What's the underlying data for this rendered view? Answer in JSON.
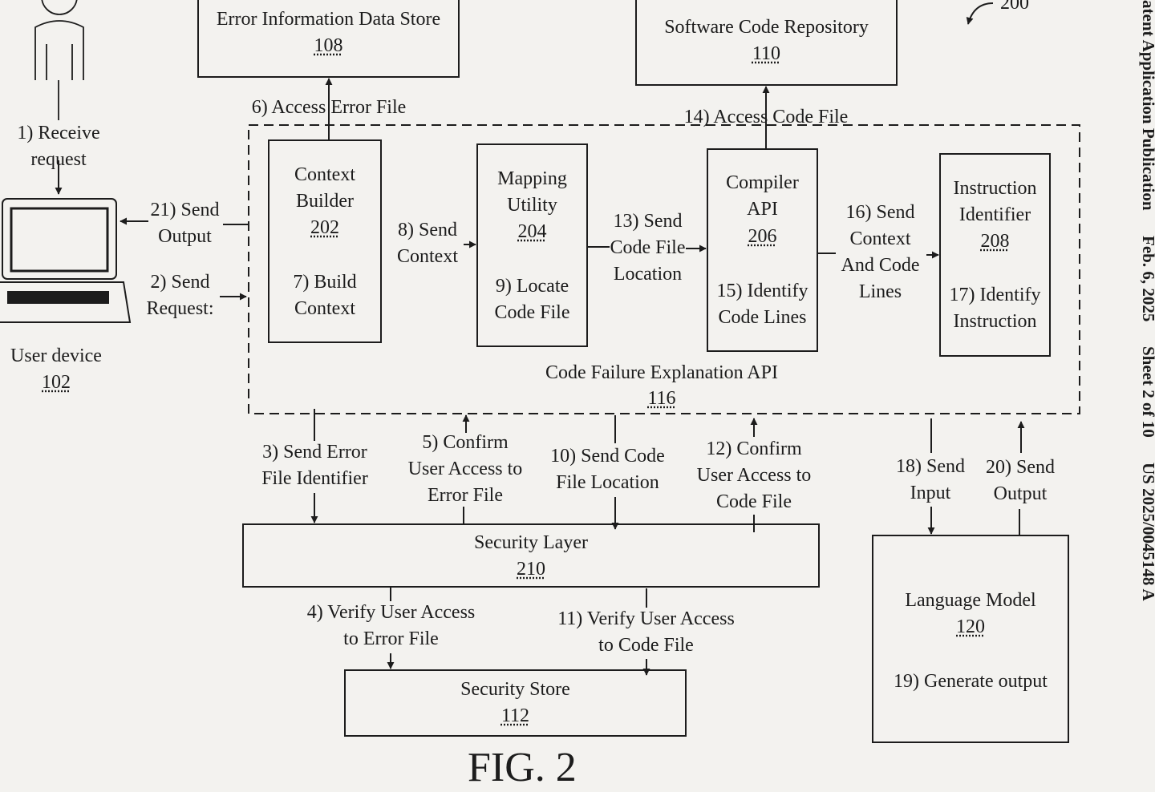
{
  "header": {
    "pub_label": "atent Application Publication",
    "date": "Feb. 6, 2025",
    "sheet": "Sheet 2 of 10",
    "pub_number": "US 2025/0045148 A"
  },
  "figure": {
    "label": "FIG. 2",
    "ref": "200"
  },
  "boxes": {
    "error_store": {
      "title": "Error Information Data Store",
      "ref": "108"
    },
    "code_repo": {
      "title": "Software Code Repository",
      "ref": "110"
    },
    "context_builder": {
      "title_l1": "Context",
      "title_l2": "Builder",
      "ref": "202",
      "step_l1": "7) Build",
      "step_l2": "Context"
    },
    "mapping": {
      "title_l1": "Mapping",
      "title_l2": "Utility",
      "ref": "204",
      "step_l1": "9) Locate",
      "step_l2": "Code File"
    },
    "compiler": {
      "title_l1": "Compiler",
      "title_l2": "API",
      "ref": "206",
      "step_l1": "15) Identify",
      "step_l2": "Code Lines"
    },
    "instruction": {
      "title_l1": "Instruction",
      "title_l2": "Identifier",
      "ref": "208",
      "step_l1": "17) Identify",
      "step_l2": "Instruction"
    },
    "api": {
      "title": "Code Failure Explanation API",
      "ref": "116"
    },
    "security_layer": {
      "title": "Security Layer",
      "ref": "210"
    },
    "security_store": {
      "title": "Security Store",
      "ref": "112"
    },
    "language_model": {
      "title": "Language Model",
      "ref": "120",
      "step": "19) Generate output"
    },
    "user_device": {
      "title": "User device",
      "ref": "102"
    }
  },
  "steps": {
    "s1": [
      "1) Receive",
      "request"
    ],
    "s2": [
      "2) Send",
      "Request:"
    ],
    "s3": [
      "3) Send Error",
      "File Identifier"
    ],
    "s4": [
      "4) Verify User Access",
      "to Error File"
    ],
    "s5": [
      "5) Confirm",
      "User Access to",
      "Error File"
    ],
    "s6": "6) Access Error File",
    "s8": [
      "8) Send",
      "Context"
    ],
    "s10": [
      "10) Send Code",
      "File Location"
    ],
    "s11": [
      "11) Verify User Access",
      "to Code File"
    ],
    "s12": [
      "12) Confirm",
      "User Access to",
      "Code File"
    ],
    "s13": [
      "13) Send",
      "Code File",
      "Location"
    ],
    "s14": "14) Access Code File",
    "s16": [
      "16) Send",
      "Context",
      "And Code",
      "Lines"
    ],
    "s18": [
      "18) Send",
      "Input"
    ],
    "s20": [
      "20) Send",
      "Output"
    ],
    "s21": [
      "21) Send",
      "Output"
    ]
  }
}
